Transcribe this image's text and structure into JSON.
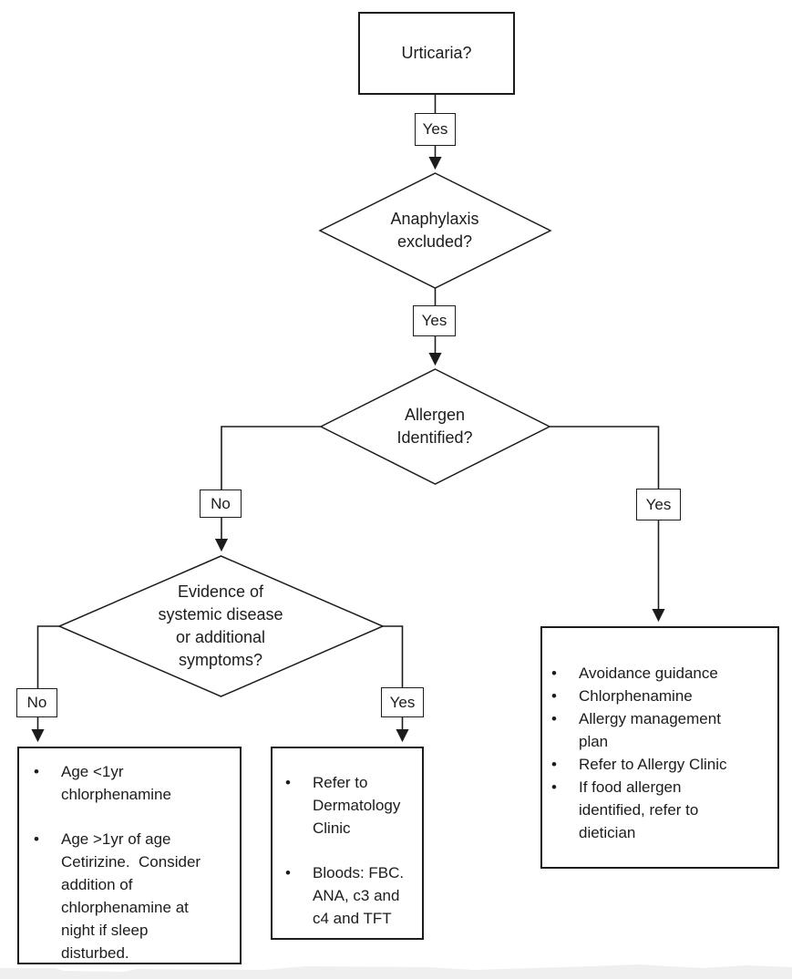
{
  "colors": {
    "background": "#ffffff",
    "ink": "#1c1c1c",
    "shadow_band": "#efefef"
  },
  "bullet_char": "•",
  "nodes": {
    "urticaria": {
      "label": "Urticaria?"
    },
    "anaphylaxis": {
      "lines": [
        "Anaphylaxis",
        "excluded?"
      ]
    },
    "allergen": {
      "lines": [
        "Allergen",
        "Identified?"
      ]
    },
    "systemic": {
      "lines": [
        "Evidence of",
        "systemic disease",
        "or additional",
        "symptoms?"
      ]
    }
  },
  "edge_labels": {
    "urticaria_yes": "Yes",
    "anaphylaxis_yes": "Yes",
    "allergen_no": "No",
    "allergen_yes": "Yes",
    "systemic_no": "No",
    "systemic_yes": "Yes"
  },
  "outcomes": {
    "no_systemic_disease": {
      "items": [
        "Age <1yr\nchlorphenamine",
        "Age >1yr of age\nCetirizine.  Consider\naddition of\nchlorphenamine at\nnight if sleep\ndisturbed."
      ]
    },
    "systemic_disease_yes": {
      "items": [
        "Refer to\nDermatology\nClinic",
        "Bloods: FBC.\nANA, c3 and\nc4 and TFT"
      ]
    },
    "allergen_identified_yes": {
      "items": [
        "Avoidance guidance",
        "Chlorphenamine",
        "Allergy management\nplan",
        "Refer to Allergy Clinic",
        "If food allergen\nidentified, refer to\ndietician"
      ]
    }
  }
}
